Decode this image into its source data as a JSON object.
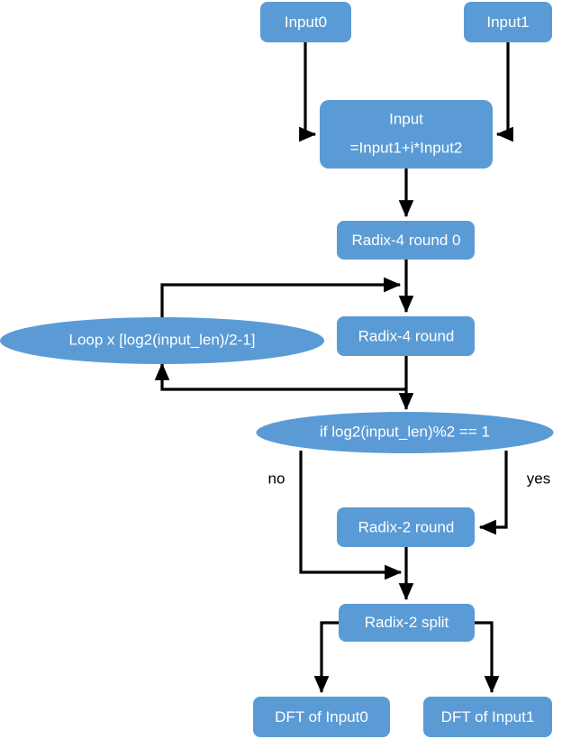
{
  "diagram": {
    "title": "Radix-4 / Radix-2 FFT flowchart",
    "accent_color": "#5B9BD5",
    "line_color": "#000000",
    "background_color": "#FFFFFF",
    "nodes": {
      "input0": {
        "label": "Input0",
        "shape": "rounded-rect"
      },
      "input1": {
        "label": "Input1",
        "shape": "rounded-rect"
      },
      "combine_line1": {
        "label": "Input",
        "shape": "rounded-rect"
      },
      "combine_line2": {
        "label": "=Input1+i*Input2"
      },
      "radix4_round0": {
        "label": "Radix-4 round 0",
        "shape": "rounded-rect"
      },
      "loop": {
        "label": "Loop x [log2(input_len)/2-1]",
        "shape": "ellipse"
      },
      "radix4_round": {
        "label": "Radix-4 round",
        "shape": "rounded-rect"
      },
      "decision": {
        "label": "if  log2(input_len)%2 == 1",
        "shape": "ellipse"
      },
      "radix2_round": {
        "label": "Radix-2 round",
        "shape": "rounded-rect"
      },
      "radix2_split": {
        "label": "Radix-2 split",
        "shape": "rounded-rect"
      },
      "dft0": {
        "label": "DFT of Input0",
        "shape": "rounded-rect"
      },
      "dft1": {
        "label": "DFT of Input1",
        "shape": "rounded-rect"
      }
    },
    "edge_labels": {
      "no": "no",
      "yes": "yes"
    }
  }
}
